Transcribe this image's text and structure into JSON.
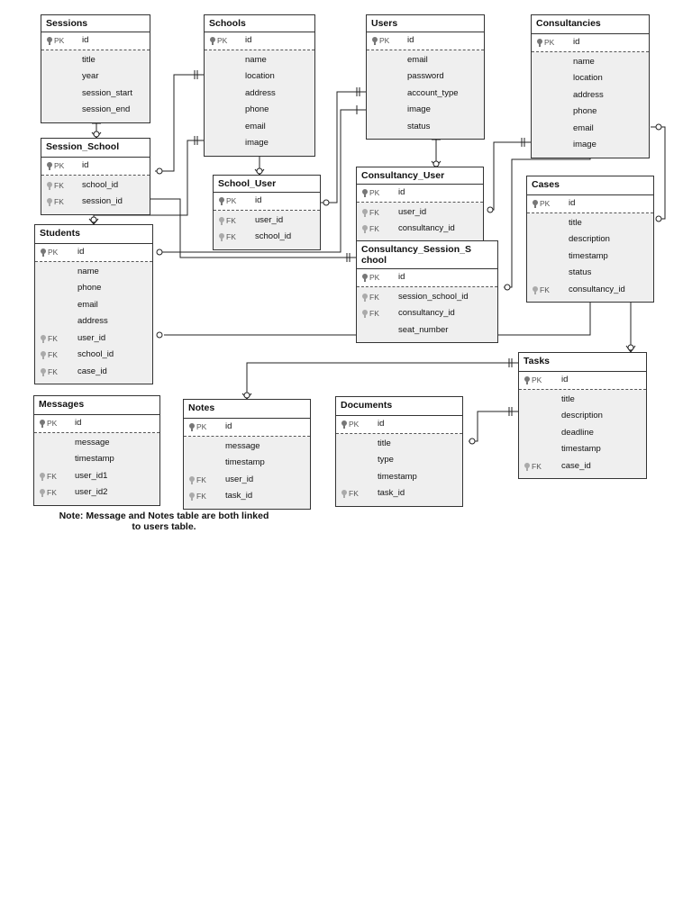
{
  "tables": [
    {
      "id": "sessions",
      "name": "Sessions",
      "keys": [
        {
          "key": "PK",
          "field": "id"
        }
      ],
      "fields": [
        "title",
        "year",
        "session_start",
        "session_end"
      ]
    },
    {
      "id": "schools",
      "name": "Schools",
      "keys": [
        {
          "key": "PK",
          "field": "id"
        }
      ],
      "fields": [
        "name",
        "location",
        "address",
        "phone",
        "email",
        "image"
      ]
    },
    {
      "id": "users",
      "name": "Users",
      "keys": [
        {
          "key": "PK",
          "field": "id"
        }
      ],
      "fields": [
        "email",
        "password",
        "account_type",
        "image",
        "status"
      ]
    },
    {
      "id": "consultancies",
      "name": "Consultancies",
      "keys": [
        {
          "key": "PK",
          "field": "id"
        }
      ],
      "fields": [
        "name",
        "location",
        "address",
        "phone",
        "email",
        "image"
      ]
    },
    {
      "id": "session_school",
      "name": "Session_School",
      "keys": [
        {
          "key": "PK",
          "field": "id"
        }
      ],
      "fields": [],
      "fk_rows": [
        {
          "key": "FK",
          "field": "school_id"
        },
        {
          "key": "FK",
          "field": "session_id"
        }
      ]
    },
    {
      "id": "school_user",
      "name": "School_User",
      "keys": [
        {
          "key": "PK",
          "field": "id"
        }
      ],
      "fields": [],
      "fk_rows": [
        {
          "key": "FK",
          "field": "user_id"
        },
        {
          "key": "FK",
          "field": "school_id"
        }
      ]
    },
    {
      "id": "consultancy_user",
      "name": "Consultancy_User",
      "keys": [
        {
          "key": "PK",
          "field": "id"
        }
      ],
      "fields": [],
      "fk_rows": [
        {
          "key": "FK",
          "field": "user_id"
        },
        {
          "key": "FK",
          "field": "consultancy_id"
        }
      ]
    },
    {
      "id": "cases",
      "name": "Cases",
      "keys": [
        {
          "key": "PK",
          "field": "id"
        }
      ],
      "fields": [
        "title",
        "description",
        "timestamp",
        "status"
      ],
      "fk_rows": [
        {
          "key": "FK",
          "field": "consultancy_id"
        }
      ]
    },
    {
      "id": "students",
      "name": "Students",
      "keys": [
        {
          "key": "PK",
          "field": "id"
        }
      ],
      "fields": [
        "name",
        "phone",
        "email",
        "address"
      ],
      "fk_rows": [
        {
          "key": "FK",
          "field": "user_id"
        },
        {
          "key": "FK",
          "field": "school_id"
        },
        {
          "key": "FK",
          "field": "case_id"
        }
      ]
    },
    {
      "id": "css",
      "name": "Consultancy_Session_S\nchool",
      "keys": [
        {
          "key": "PK",
          "field": "id"
        }
      ],
      "fields": [],
      "fk_rows": [
        {
          "key": "FK",
          "field": "session_school_id"
        },
        {
          "key": "FK",
          "field": "consultancy_id"
        }
      ],
      "tail": [
        "seat_number"
      ]
    },
    {
      "id": "tasks",
      "name": "Tasks",
      "keys": [
        {
          "key": "PK",
          "field": "id"
        }
      ],
      "fields": [
        "title",
        "description",
        "deadline",
        "timestamp"
      ],
      "fk_rows": [
        {
          "key": "FK",
          "field": "case_id"
        }
      ]
    },
    {
      "id": "messages",
      "name": "Messages",
      "keys": [
        {
          "key": "PK",
          "field": "id"
        }
      ],
      "fields": [
        "message",
        "timestamp"
      ],
      "fk_rows": [
        {
          "key": "FK",
          "field": "user_id1"
        },
        {
          "key": "FK",
          "field": "user_id2"
        }
      ]
    },
    {
      "id": "notes",
      "name": "Notes",
      "keys": [
        {
          "key": "PK",
          "field": "id"
        }
      ],
      "fields": [
        "message",
        "timestamp"
      ],
      "fk_rows": [
        {
          "key": "FK",
          "field": "user_id"
        },
        {
          "key": "FK",
          "field": "task_id"
        }
      ]
    },
    {
      "id": "documents",
      "name": "Documents",
      "keys": [
        {
          "key": "PK",
          "field": "id"
        }
      ],
      "fields": [
        "title",
        "type",
        "timestamp"
      ],
      "fk_rows": [
        {
          "key": "FK",
          "field": "task_id"
        }
      ]
    }
  ],
  "note": "Note: Message and Notes table are both linked to users table."
}
